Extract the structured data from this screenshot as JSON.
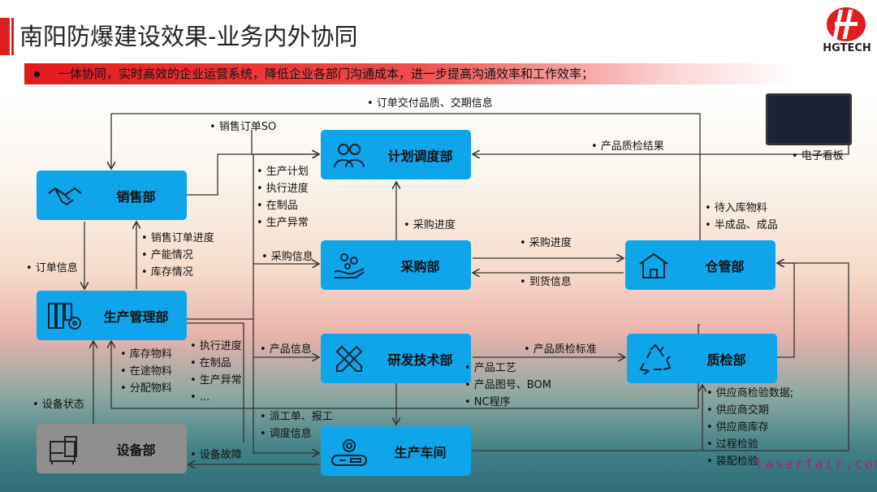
{
  "header": {
    "title": "南阳防爆建设效果-业务内外协同",
    "logo_text": "HGTECH",
    "banner": "一体协同，实时高效的企业运营系统，降低企业各部门沟通成本，进一步提高沟通效率和工作效率；"
  },
  "departments": {
    "plan": "计划调度部",
    "sales": "销售部",
    "purchase": "采购部",
    "warehouse": "仓管部",
    "prodmgmt": "生产管理部",
    "rnd": "研发技术部",
    "qc": "质检部",
    "equipment": "设备部",
    "workshop": "生产车间"
  },
  "labels": {
    "order_delivery": "• 订单交付品质、交期信息",
    "sales_so": "• 销售订单SO",
    "plan_items": [
      "• 生产计划",
      "• 执行进度",
      "• 在制品",
      "• 生产异常"
    ],
    "qc_result": "• 产品质检结果",
    "board": "• 电子看板",
    "sales_progress": [
      "• 销售订单进度",
      "• 产能情况",
      "• 库存情况"
    ],
    "order_info": "• 订单信息",
    "purchase_progress_up": "• 采购进度",
    "purchase_info": "• 采购信息",
    "purchase_progress": "• 采购进度",
    "arrival": "• 到货信息",
    "warehouse_items": [
      "• 待入库物料",
      "• 半成品、成品"
    ],
    "product_info": "• 产品信息",
    "qc_standard": "• 产品质检标准",
    "material_items": [
      "• 库存物料",
      "• 在途物料",
      "• 分配物料"
    ],
    "exec_items": [
      "• 执行进度",
      "• 在制品",
      "• 生产异常",
      "• ..."
    ],
    "rnd_items": [
      "• 产品工艺",
      "• 产品图号、BOM",
      "• NC程序"
    ],
    "equip_status": "• 设备状态",
    "dispatch_items": [
      "• 派工单、报工",
      "• 调度信息"
    ],
    "equip_fault": "• 设备故障",
    "supplier_items": [
      "• 供应商检验数据;",
      "• 供应商交期",
      "• 供应商库存",
      "• 过程检验",
      "• 装配检验"
    ]
  },
  "watermark": "laserfair.com",
  "colors": {
    "accent": "#e11d1d",
    "box": "#0ea5ea",
    "box_gray": "#8f8f8f"
  }
}
